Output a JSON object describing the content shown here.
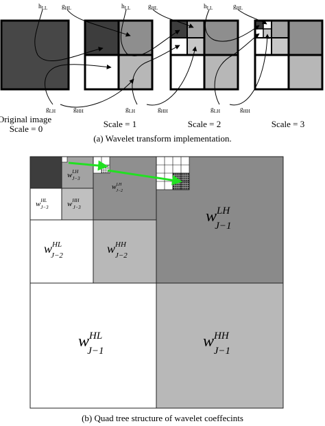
{
  "top_panel": {
    "labels": {
      "h_ll": {
        "base": "h",
        "sub": "LL"
      },
      "g_hl": {
        "base": "g",
        "sub": "HL"
      },
      "g_lh": {
        "base": "g",
        "sub": "LH"
      },
      "g_hh": {
        "base": "g",
        "sub": "HH"
      }
    },
    "original": {
      "line1": "Original image",
      "line2": "Scale = 0"
    },
    "scales": [
      "Scale = 1",
      "Scale = 2",
      "Scale = 3"
    ],
    "caption": "(a) Wavelet transform implementation."
  },
  "bottom_panel": {
    "coefficients": {
      "lh3": {
        "base": "w",
        "sup": "LH",
        "sub": "J−3"
      },
      "hl3": {
        "base": "w",
        "sup": "HL",
        "sub": "J−3"
      },
      "hh3": {
        "base": "w",
        "sup": "HH",
        "sub": "J−3"
      },
      "lh2": {
        "base": "w",
        "sup": "LH",
        "sub": "J−2"
      },
      "hl2": {
        "base": "w",
        "sup": "HL",
        "sub": "J−2"
      },
      "hh2": {
        "base": "w",
        "sup": "HH",
        "sub": "J−2"
      },
      "lh1": {
        "base": "w",
        "sup": "LH",
        "sub": "J−1"
      },
      "hl1": {
        "base": "w",
        "sup": "HL",
        "sub": "J−1"
      },
      "hh1": {
        "base": "w",
        "sup": "HH",
        "sub": "J−1"
      }
    },
    "caption": "(b) Quad tree structure of wavelet coeffecints"
  },
  "colors": {
    "original": "#474747",
    "ll": "#3d3d3d",
    "hl": "#ffffff",
    "lh": "#8e8e8e",
    "hh": "#b7b7b7",
    "wlh3": "#a3a3a3",
    "wlh2": "#8f8f8f",
    "wlh1": "#8a8a8a",
    "whh": "#b8b8b8",
    "arrow_green": "#22e022"
  }
}
